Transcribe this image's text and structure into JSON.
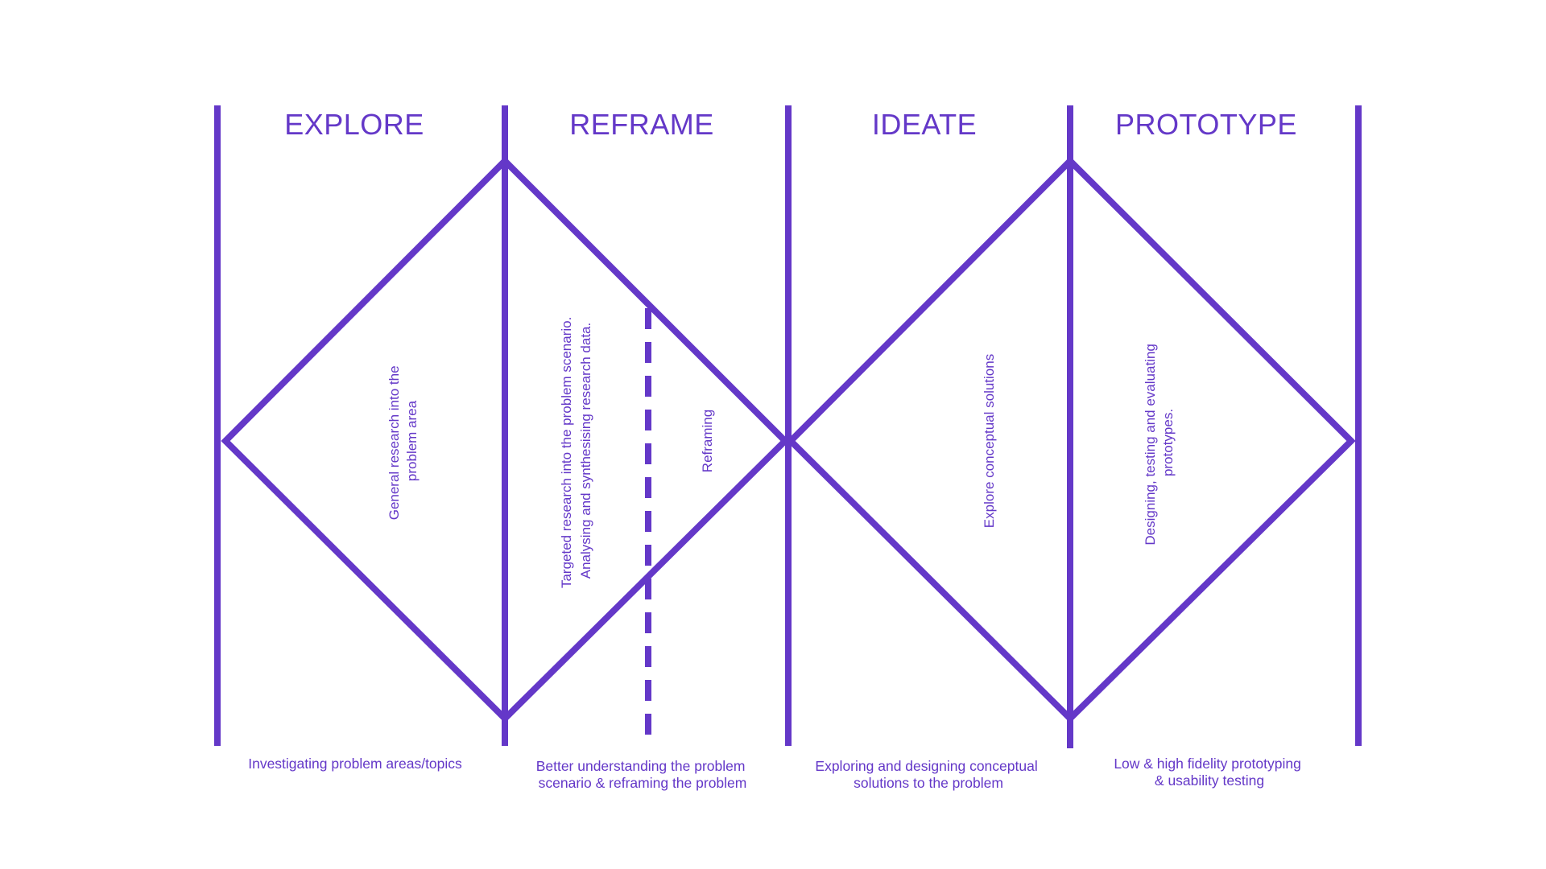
{
  "colors": {
    "accent": "#6438C8",
    "background": "#FFFFFF"
  },
  "stages": [
    {
      "id": "explore",
      "title": "EXPLORE",
      "inner_note": [
        "General research into the",
        "problem area"
      ],
      "caption": [
        "Investigating problem areas/topics"
      ]
    },
    {
      "id": "reframe",
      "title": "REFRAME",
      "inner_note": [
        "Targeted research into the problem scenario.",
        "Analysing and synthesising research data."
      ],
      "sub_note": "Reframing",
      "caption": [
        "Better understanding the problem",
        "scenario & reframing the problem"
      ]
    },
    {
      "id": "ideate",
      "title": "IDEATE",
      "inner_note": [
        "Explore conceptual solutions"
      ],
      "caption": [
        "Exploring and designing conceptual",
        "solutions to the problem"
      ]
    },
    {
      "id": "prototype",
      "title": "PROTOTYPE",
      "inner_note": [
        "Designing, testing and evaluating",
        "prototypes."
      ],
      "caption": [
        "Low & high fidelity prototyping",
        "& usability testing"
      ]
    }
  ]
}
